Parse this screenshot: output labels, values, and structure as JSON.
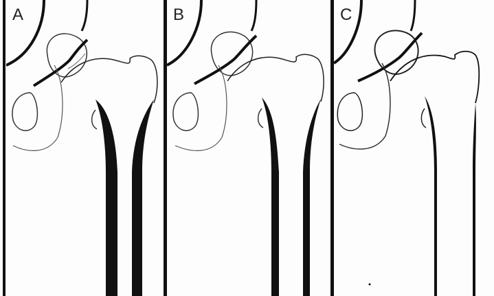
{
  "figure": {
    "panels": [
      {
        "id": "a",
        "letter": "A"
      },
      {
        "id": "b",
        "letter": "B"
      },
      {
        "id": "c",
        "letter": "C"
      }
    ]
  },
  "colors": {
    "ink": "#111111",
    "thin_line": "#555555",
    "background": "#fdfdfd"
  }
}
